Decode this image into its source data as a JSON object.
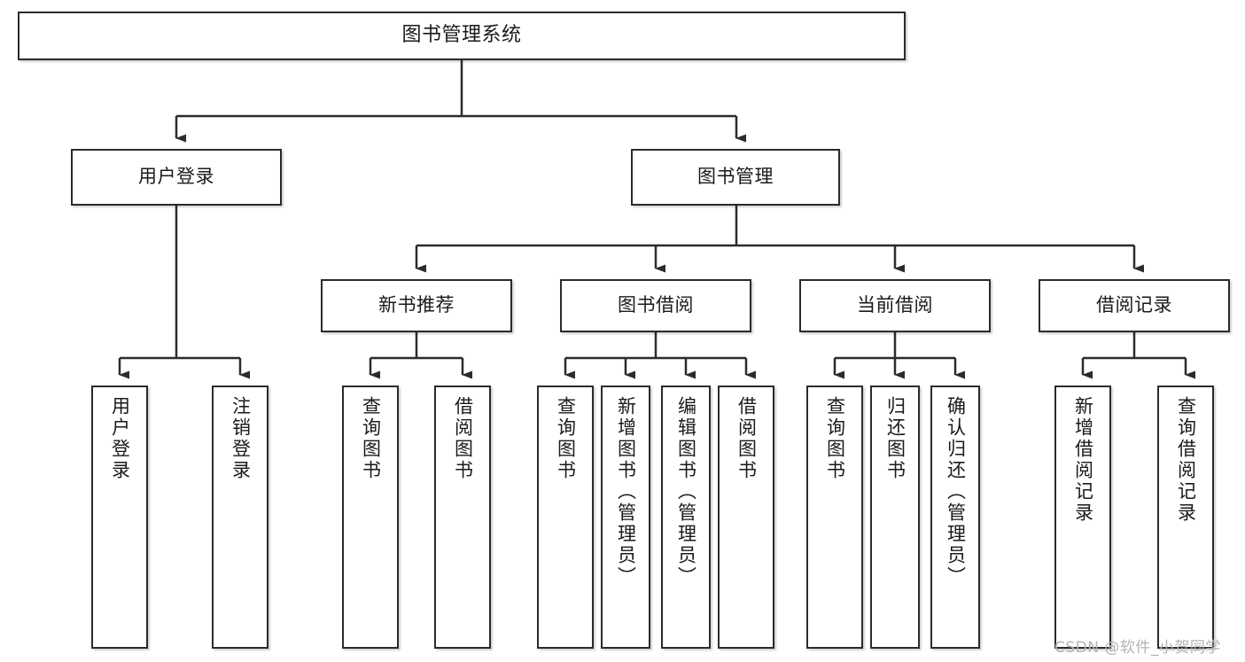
{
  "diagram": {
    "title": "图书管理系统",
    "watermark": "CSDN @软件_小贺同学",
    "line_color": "#2b2b2b",
    "text_color": "#1a1a1a",
    "background": "#ffffff",
    "nodes": {
      "root": "图书管理系统",
      "user_login": "用户登录",
      "book_manage": "图书管理",
      "new_book_rec": "新书推荐",
      "book_borrow": "图书借阅",
      "current_borrow": "当前借阅",
      "borrow_record": "借阅记录",
      "leaf_user_login": "用户登录",
      "leaf_logout": "注销登录",
      "leaf_query_book_1": "查询图书",
      "leaf_borrow_book_1": "借阅图书",
      "leaf_query_book_2": "查询图书",
      "leaf_add_book_admin": "新增图书（管理员）",
      "leaf_edit_book_admin": "编辑图书（管理员）",
      "leaf_borrow_book_2": "借阅图书",
      "leaf_query_book_3": "查询图书",
      "leaf_return_book": "归还图书",
      "leaf_confirm_return_admin": "确认归还（管理员）",
      "leaf_add_record": "新增借阅记录",
      "leaf_query_record": "查询借阅记录"
    }
  }
}
